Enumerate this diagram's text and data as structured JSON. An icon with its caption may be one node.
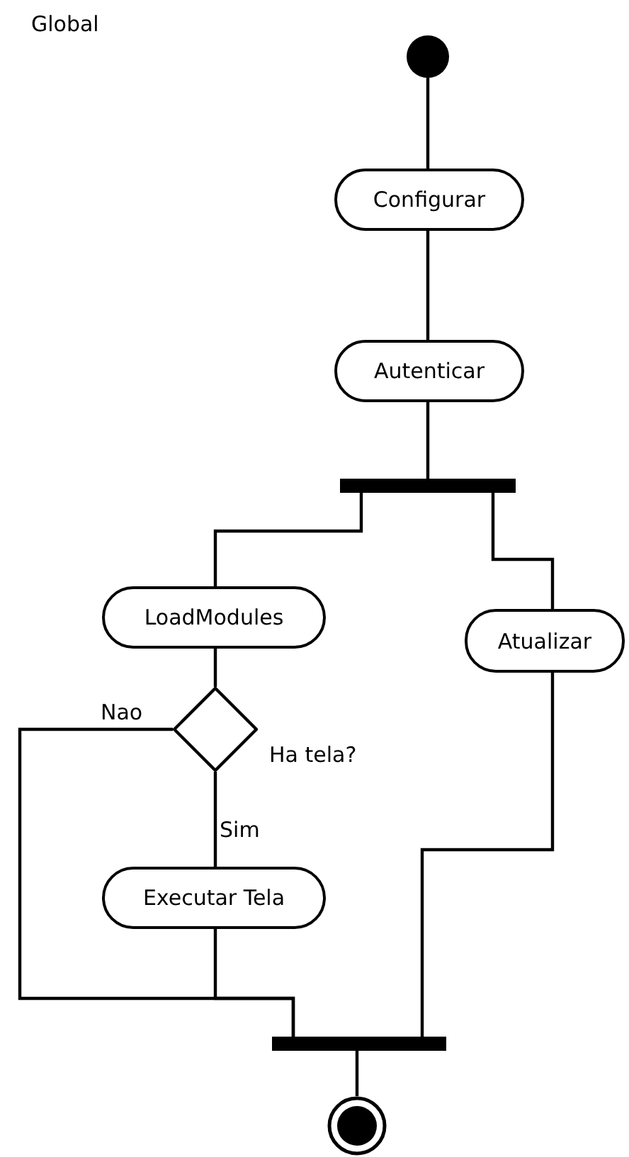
{
  "diagram": {
    "title": "Global",
    "nodes": [
      {
        "text": [],
        "shape": "circle"
      },
      {
        "text": [
          "Configurar"
        ]
      },
      {
        "text": [
          "Autenticar"
        ]
      },
      {
        "text": [],
        "shape": "bar"
      },
      {
        "text": [
          "LoadModules"
        ]
      },
      {
        "text": [
          "Atualizar"
        ]
      },
      {
        "text": [],
        "shape": "diamond",
        "beside": [
          "Ha tela?"
        ]
      },
      {
        "text": [
          "Executar Tela"
        ]
      },
      {
        "text": [],
        "shape": "bar"
      },
      {
        "text": [],
        "shape": "circle"
      }
    ],
    "edges": [
      {
        "from": 0,
        "to": 1,
        "arrow": "none"
      },
      {
        "from": 1,
        "to": 2,
        "arrow": "none"
      },
      {
        "from": 2,
        "to": 3,
        "arrow": "none"
      },
      {
        "from": 3,
        "to": 4,
        "arrow": "none"
      },
      {
        "from": 3,
        "to": 5,
        "arrow": "none"
      },
      {
        "from": 4,
        "to": 6,
        "arrow": "none"
      },
      {
        "from": 6,
        "to": 7,
        "label": "Sim",
        "arrow": "none"
      },
      {
        "from": 6,
        "to": 8,
        "label": "Nao",
        "arrow": "none"
      },
      {
        "from": 7,
        "to": 8,
        "arrow": "none"
      },
      {
        "from": 5,
        "to": 8,
        "arrow": "none"
      },
      {
        "from": 8,
        "to": 9,
        "arrow": "none"
      }
    ]
  }
}
